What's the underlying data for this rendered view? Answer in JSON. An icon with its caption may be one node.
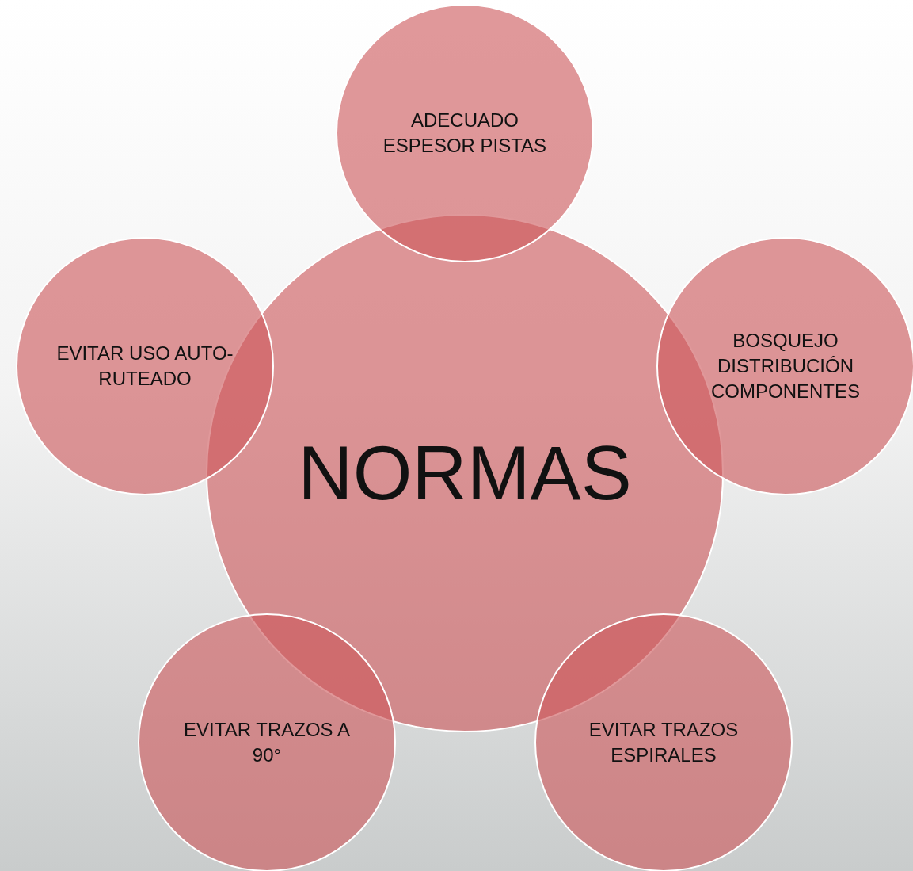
{
  "diagram": {
    "nodes": [
      {
        "text": [
          "NORMAS"
        ]
      },
      {
        "text": [
          "ADECUADO ESPESOR PISTAS"
        ]
      },
      {
        "text": [
          "BOSQUEJO DISTRIBUCIÓN COMPONENTES"
        ]
      },
      {
        "text": [
          "EVITAR TRAZOS ESPIRALES"
        ]
      },
      {
        "text": [
          "EVITAR TRAZOS A 90°"
        ]
      },
      {
        "text": [
          "EVITAR USO AUTO-RUTEADO"
        ]
      }
    ]
  }
}
